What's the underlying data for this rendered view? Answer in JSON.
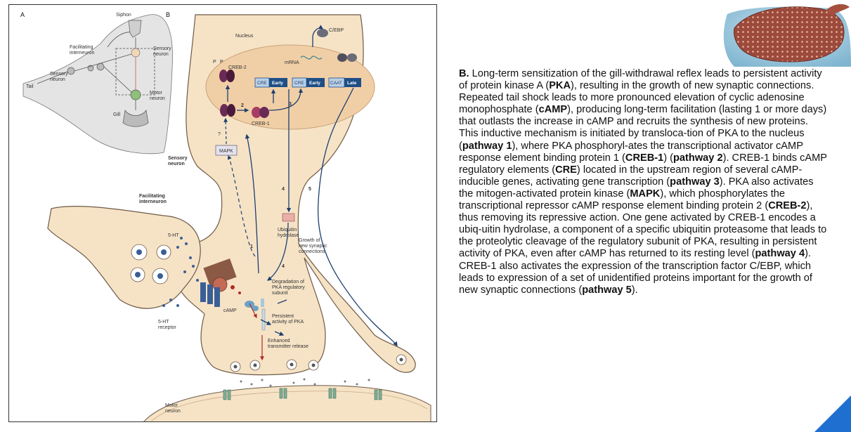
{
  "figure": {
    "panel_a": "A",
    "panel_b": "B",
    "panel_a_labels": {
      "siphon": "Siphon",
      "facilitating_interneuron_1": "Facilitating",
      "facilitating_interneuron_2": "interneuron",
      "sensory_neuron_right_1": "Sensory",
      "sensory_neuron_right_2": "neuron",
      "sensory_neuron_left_1": "Sensory",
      "sensory_neuron_left_2": "neuron",
      "tail": "Tail",
      "motor_neuron_1": "Motor",
      "motor_neuron_2": "neuron",
      "gill": "Gill"
    },
    "panel_b_labels": {
      "nucleus": "Nucleus",
      "cebp": "C/EBP",
      "mrna": "mRNA",
      "creb2": "CREB-2",
      "creb1": "CREB-1",
      "p1": "P",
      "p2": "P",
      "cre1": "CRE",
      "early1": "Early",
      "cre2": "CRE",
      "early2": "Early",
      "caat": "CAAT",
      "late": "Late",
      "n2": "2",
      "n3": "3",
      "n1": "1",
      "n4a": "4",
      "n4b": "4",
      "n5": "5",
      "question": "?",
      "mapk": "MAPK",
      "sensory_neuron_1": "Sensory",
      "sensory_neuron_2": "neuron",
      "facilitating_interneuron_1": "Facilitating",
      "facilitating_interneuron_2": "interneuron",
      "five_ht": "5-HT",
      "five_ht_receptor_1": "5-HT",
      "five_ht_receptor_2": "receptor",
      "camp": "cAMP",
      "ubiquitin_1": "Ubiquitin",
      "ubiquitin_2": "hydrolase",
      "growth_1": "Growth of",
      "growth_2": "new synaptic",
      "growth_3": "connections",
      "degradation_1": "Degradation of",
      "degradation_2": "PKA regulatory",
      "degradation_3": "subunit",
      "persistent_1": "Persistent",
      "persistent_2": "activity of PKA",
      "enhanced_1": "Enhanced",
      "enhanced_2": "transmitter release",
      "motor_neuron_1": "Motor",
      "motor_neuron_2": "neuron"
    }
  },
  "caption": {
    "segments": [
      {
        "t": "B.",
        "b": true
      },
      {
        "t": " Long-term sensitization of the gill-withdrawal reflex leads to persistent activity of protein kinase A (",
        "b": false
      },
      {
        "t": "PKA",
        "b": true
      },
      {
        "t": "), resulting in the growth of new synaptic connections. Repeated tail shock leads to more pronounced elevation of cyclic adenosine monophosphate (",
        "b": false
      },
      {
        "t": "cAMP",
        "b": true
      },
      {
        "t": "), producing long-term facilitation (lasting 1 or more days) that outlasts the increase in cAMP and recruits the synthesis of new proteins. This inductive mechanism is initiated by transloca-tion of PKA to the nucleus (",
        "b": false
      },
      {
        "t": "pathway 1",
        "b": true
      },
      {
        "t": "), where PKA phosphoryl-ates the transcriptional activator cAMP response element binding protein 1 (",
        "b": false
      },
      {
        "t": "CREB-1",
        "b": true
      },
      {
        "t": ") (",
        "b": false
      },
      {
        "t": "pathway 2",
        "b": true
      },
      {
        "t": "). CREB-1 binds cAMP regulatory elements (",
        "b": false
      },
      {
        "t": "CRE",
        "b": true
      },
      {
        "t": ") located in the upstream region of several cAMP-inducible genes, activating gene transcription (",
        "b": false
      },
      {
        "t": "pathway 3",
        "b": true
      },
      {
        "t": "). PKA also activates the mitogen-activated protein kinase (",
        "b": false
      },
      {
        "t": "MAPK",
        "b": true
      },
      {
        "t": "), which phosphorylates the transcriptional repressor cAMP response element binding protein 2 (",
        "b": false
      },
      {
        "t": "CREB-2",
        "b": true
      },
      {
        "t": "), thus removing its repressive action. One gene activated by CREB-1 encodes a ubiq-uitin hydrolase, a component of a specific ubiquitin proteasome that leads to the proteolytic cleavage of the regulatory subunit of PKA, resulting in persistent activity of PKA, even after cAMP has returned to its resting level (",
        "b": false
      },
      {
        "t": "pathway 4",
        "b": true
      },
      {
        "t": "). CREB-1 also activates the expression of the transcription factor C/EBP, which leads to expression of a set of unidentified proteins important for the growth of new synaptic connections (",
        "b": false
      },
      {
        "t": "pathway 5",
        "b": true
      },
      {
        "t": ").",
        "b": false
      }
    ]
  },
  "colors": {
    "cell_fill": "#f6e3c6",
    "nucleus_fill": "#f1cfa6",
    "cell_stroke": "#6e5a47",
    "arrow_blue": "#1d3f6e",
    "box_blue": "#1d4f86",
    "box_light": "#b9cfe6",
    "creb_purple": "#6a2a55",
    "arrow_red": "#b22b24",
    "accent_blue": "#1f6fd1"
  }
}
